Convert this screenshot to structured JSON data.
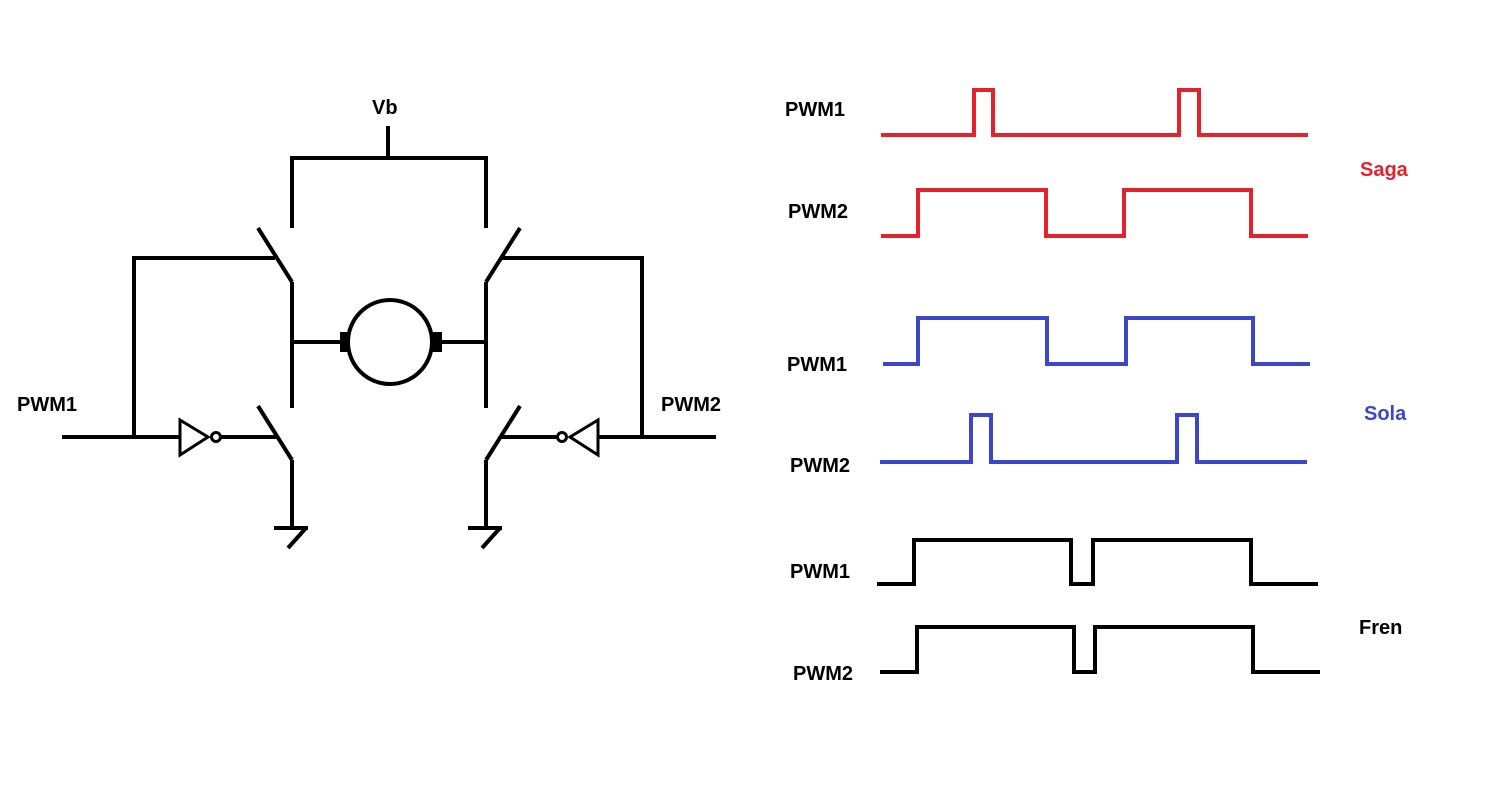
{
  "circuit": {
    "supply_label": "Vb",
    "left_input_label": "PWM1",
    "right_input_label": "PWM2"
  },
  "colors": {
    "saga": "#e3232c",
    "sola": "#3b47c8",
    "fren": "#000000",
    "wire": "#000000"
  },
  "waveforms": {
    "saga": {
      "mode_label": "Saga",
      "pwm1_label": "PWM1",
      "pwm2_label": "PWM2"
    },
    "sola": {
      "mode_label": "Sola",
      "pwm1_label": "PWM1",
      "pwm2_label": "PWM2"
    },
    "fren": {
      "mode_label": "Fren",
      "pwm1_label": "PWM1",
      "pwm2_label": "PWM2"
    }
  }
}
